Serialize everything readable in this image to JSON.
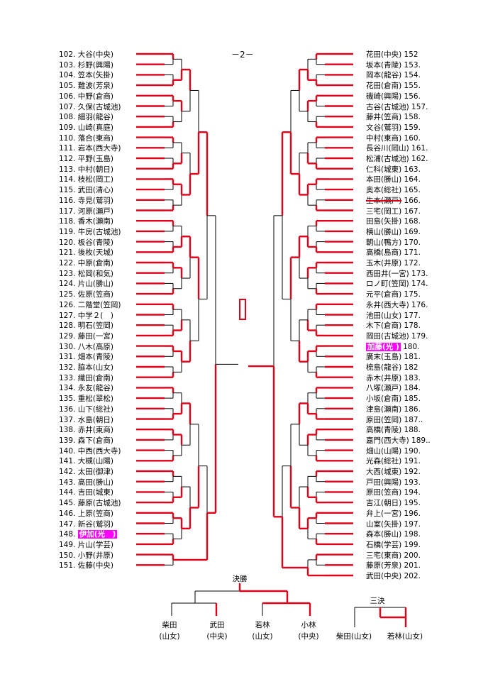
{
  "page_mark": "－2－",
  "left_entries": [
    {
      "num": "102.",
      "name": "大谷(中央)"
    },
    {
      "num": "103.",
      "name": "杉野(興陽)"
    },
    {
      "num": "104.",
      "name": "笠本(矢掛)"
    },
    {
      "num": "105.",
      "name": "難波(芳泉)"
    },
    {
      "num": "106.",
      "name": "中野(倉商)"
    },
    {
      "num": "107.",
      "name": "久保(古城池)"
    },
    {
      "num": "108.",
      "name": "細羽(龍谷)"
    },
    {
      "num": "109.",
      "name": "山崎(真庭)"
    },
    {
      "num": "110.",
      "name": "落合(東商)"
    },
    {
      "num": "111.",
      "name": "岩本(西大寺)"
    },
    {
      "num": "112.",
      "name": "平野(玉島)"
    },
    {
      "num": "113.",
      "name": "中村(朝日)"
    },
    {
      "num": "114.",
      "name": "枝松(岡工)"
    },
    {
      "num": "115.",
      "name": "武田(清心)"
    },
    {
      "num": "116.",
      "name": "寺見(鷲羽)"
    },
    {
      "num": "117.",
      "name": "河原(瀬戸)"
    },
    {
      "num": "118.",
      "name": "香木(瀬南)"
    },
    {
      "num": "119.",
      "name": "牛房(古城池)"
    },
    {
      "num": "120.",
      "name": "板谷(青陵)"
    },
    {
      "num": "121.",
      "name": "後枚(天城)"
    },
    {
      "num": "122.",
      "name": "中原(倉南)"
    },
    {
      "num": "123.",
      "name": "松岡(和気)"
    },
    {
      "num": "124.",
      "name": "片山(勝山)"
    },
    {
      "num": "125.",
      "name": "佐原(笠商)"
    },
    {
      "num": "126.",
      "name": "二階堂(笠岡)"
    },
    {
      "num": "127.",
      "name": "中学２(　)"
    },
    {
      "num": "128.",
      "name": "明石(笠岡)"
    },
    {
      "num": "129.",
      "name": "藤田(一宮)"
    },
    {
      "num": "130.",
      "name": "八木(高原)"
    },
    {
      "num": "131.",
      "name": "畑本(青陵)"
    },
    {
      "num": "132.",
      "name": "脇本(山女)"
    },
    {
      "num": "133.",
      "name": "織田(倉南)"
    },
    {
      "num": "134.",
      "name": "永友(龍谷)"
    },
    {
      "num": "135.",
      "name": "重松(翠松)"
    },
    {
      "num": "136.",
      "name": "山下(総社)"
    },
    {
      "num": "137.",
      "name": "水島(朝日)"
    },
    {
      "num": "138.",
      "name": "赤井(東商)"
    },
    {
      "num": "139.",
      "name": "森下(倉商)"
    },
    {
      "num": "140.",
      "name": "中西(西大寺)"
    },
    {
      "num": "141.",
      "name": "大槻(山陽)"
    },
    {
      "num": "142.",
      "name": "太田(御津)"
    },
    {
      "num": "143.",
      "name": "高田(勝山)"
    },
    {
      "num": "144.",
      "name": "吉田(城東)"
    },
    {
      "num": "145.",
      "name": "藤原(古城池)"
    },
    {
      "num": "146.",
      "name": "上原(笠商)"
    },
    {
      "num": "147.",
      "name": "新谷(鷲羽)"
    },
    {
      "num": "148.",
      "name": "伊加(光　)"
    },
    {
      "num": "149.",
      "name": "片山(学芸)"
    },
    {
      "num": "150.",
      "name": "小野(井原)"
    },
    {
      "num": "151.",
      "name": "佐藤(中央)"
    }
  ],
  "right_entries": [
    {
      "num": "152",
      "name": "花田(中央)"
    },
    {
      "num": "153.",
      "name": "坂本(青陵)"
    },
    {
      "num": "154.",
      "name": "岡本(龍谷)"
    },
    {
      "num": "155.",
      "name": "花田(倉南)"
    },
    {
      "num": "156.",
      "name": "磯崎(興陽)"
    },
    {
      "num": "157.",
      "name": "古谷(古城池)"
    },
    {
      "num": "158.",
      "name": "藤井(笠商)"
    },
    {
      "num": "159.",
      "name": "文谷(鷲羽)"
    },
    {
      "num": "160.",
      "name": "中村(東商)"
    },
    {
      "num": "161.",
      "name": "長谷川(岡山)"
    },
    {
      "num": "162.",
      "name": "松浦(古城池)"
    },
    {
      "num": "163.",
      "name": "仁科(城東)"
    },
    {
      "num": "164.",
      "name": "本田(勝山)"
    },
    {
      "num": "165.",
      "name": "奥本(総社)"
    },
    {
      "num": "166.",
      "name": "生本(瀬戸)"
    },
    {
      "num": "167.",
      "name": "三宅(岡工)"
    },
    {
      "num": "168.",
      "name": "田島(矢掛)"
    },
    {
      "num": "169.",
      "name": "横山(勝山)"
    },
    {
      "num": "170.",
      "name": "朝山(鴨方)"
    },
    {
      "num": "171.",
      "name": "高橋(島商)"
    },
    {
      "num": "172.",
      "name": "玉木(井原)"
    },
    {
      "num": "173.",
      "name": "西田井(一宮)"
    },
    {
      "num": "174.",
      "name": "ロノ町(笠岡)"
    },
    {
      "num": "175.",
      "name": "元平(倉商)"
    },
    {
      "num": "176.",
      "name": "永井(西大寺)"
    },
    {
      "num": "177.",
      "name": "池田(山女)"
    },
    {
      "num": "178.",
      "name": "木下(倉商)"
    },
    {
      "num": "179.",
      "name": "岡田(古城池)"
    },
    {
      "num": "180.",
      "name": "加藤(光 )"
    },
    {
      "num": "181.",
      "name": "廣末(玉島)"
    },
    {
      "num": "182",
      "name": "梳島(龍谷)"
    },
    {
      "num": "183.",
      "name": "赤木(井原)"
    },
    {
      "num": "184.",
      "name": "八塚(瀬戸)"
    },
    {
      "num": "185.",
      "name": "小坂(倉南)"
    },
    {
      "num": "186.",
      "name": "津島(瀬南)"
    },
    {
      "num": "187..",
      "name": "原田(笠岡)"
    },
    {
      "num": "188.",
      "name": "高橋(青陵)"
    },
    {
      "num": "189..",
      "name": "嘉門(西大寺)"
    },
    {
      "num": "190.",
      "name": "畑山(山陽)"
    },
    {
      "num": "191.",
      "name": "光森(総社)"
    },
    {
      "num": "192.",
      "name": "大西(城東)"
    },
    {
      "num": "193.",
      "name": "戸田(興陽)"
    },
    {
      "num": "194.",
      "name": "原田(笠商)"
    },
    {
      "num": "195.",
      "name": "吉江(朝日)"
    },
    {
      "num": "196.",
      "name": "弁上(一宮)"
    },
    {
      "num": "197.",
      "name": "山室(矢掛)"
    },
    {
      "num": "198.",
      "name": "森本(勝山)"
    },
    {
      "num": "199.",
      "name": "石橋(学芸)"
    },
    {
      "num": "200.",
      "name": "三宅(東商)"
    },
    {
      "num": "201.",
      "name": "藤原(芳泉)"
    },
    {
      "num": "202.",
      "name": "武田(中央)"
    }
  ],
  "final": {
    "title": "決勝",
    "players": [
      {
        "name": "柴田",
        "school": "(山女)"
      },
      {
        "name": "武田",
        "school": "(中央)"
      },
      {
        "name": "若林",
        "school": "(山女)"
      },
      {
        "name": "小林",
        "school": "(中央)"
      }
    ]
  },
  "third_place": {
    "title": "三決",
    "players": [
      "柴田(山女)",
      "若林(山女)"
    ]
  },
  "colors": {
    "winner_line": "#e0001a",
    "loser_line": "#000000",
    "highlight": "#ff00ff"
  }
}
